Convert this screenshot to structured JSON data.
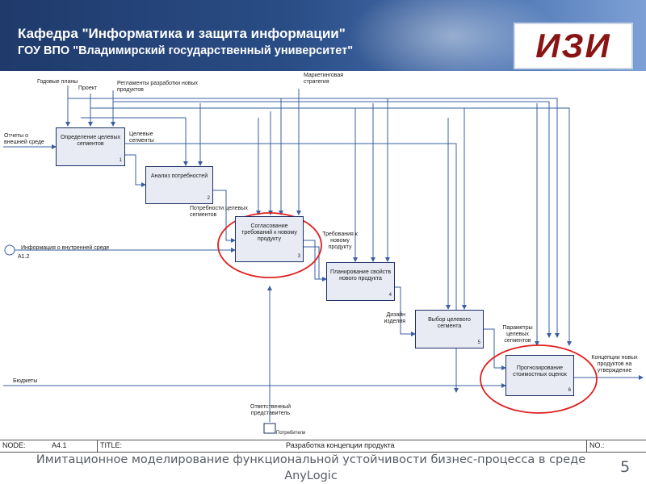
{
  "header": {
    "title": "Кафедра \"Информатика и защита информации\"",
    "subtitle": "ГОУ ВПО \"Владимирский государственный университет\"",
    "logo_text": "ИЗИ"
  },
  "diagram": {
    "controls": {
      "annual_plans": "Годовые планы",
      "project": "Проект",
      "regulations": "Регламенты разработки новых продуктов",
      "marketing_strategy": "Маркетинговая стратегия"
    },
    "inputs": {
      "reports": "Отчеты о внешней среде",
      "internal_info": "Информация о внутренней среде",
      "node_ref": "А1.2",
      "budgets": "Бюджеты"
    },
    "arrows": {
      "target_segments": "Целевые сегменты",
      "segment_needs": "Потребности целевых сегментов",
      "product_requirements": "Требования к новому продукту",
      "product_design": "Дизайн изделия",
      "segment_params": "Параметры целевых сегментов",
      "concepts": "Концепции новых продуктов на утверждение",
      "responsible": "Ответственный представитель",
      "developers": "Потребители"
    },
    "boxes": [
      {
        "title": "Определение целевых сегментов",
        "number": "1"
      },
      {
        "title": "Анализ потребностей",
        "number": "2"
      },
      {
        "title": "Согласование требований к новому продукту",
        "number": "3"
      },
      {
        "title": "Планирование свойств нового продукта",
        "number": "4"
      },
      {
        "title": "Выбор целевого сегмента",
        "number": "5"
      },
      {
        "title": "Прогнозирование стоимостных оценок",
        "number": "6"
      }
    ]
  },
  "footer_bar": {
    "node_label": "NODE:",
    "node_value": "A4.1",
    "title_label": "TITLE:",
    "title_value": "Разработка концепции продукта",
    "no_label": "NO.:"
  },
  "caption": "Имитационное моделирование функциональной устойчивости бизнес-процесса в среде AnyLogic",
  "page_number": "5",
  "colors": {
    "header_dark": "#1f3a6b",
    "box_fill": "#e8ebf4",
    "box_border": "#1c2f66",
    "arrow": "#3a5fa0",
    "highlight": "#e02020",
    "logo_text": "#8a1313"
  }
}
